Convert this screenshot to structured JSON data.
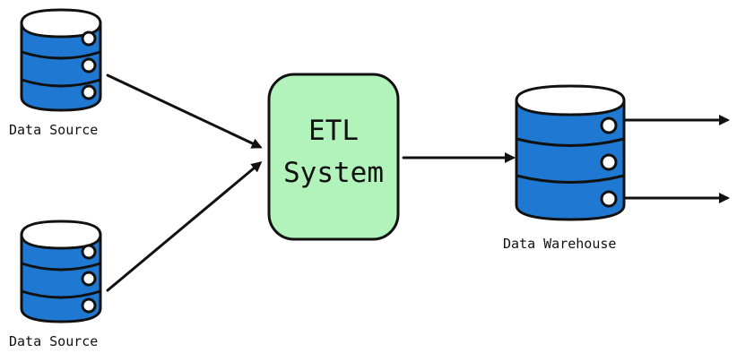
{
  "diagram": {
    "nodes": {
      "source_1": {
        "label": "Data Source"
      },
      "source_2": {
        "label": "Data Source"
      },
      "etl": {
        "label_line_1": "ETL",
        "label_line_2": "System",
        "fill": "#b2f2bb"
      },
      "warehouse": {
        "label": "Data Warehouse"
      }
    },
    "database_color": "#1f78d1",
    "stroke_color": "#111111"
  }
}
